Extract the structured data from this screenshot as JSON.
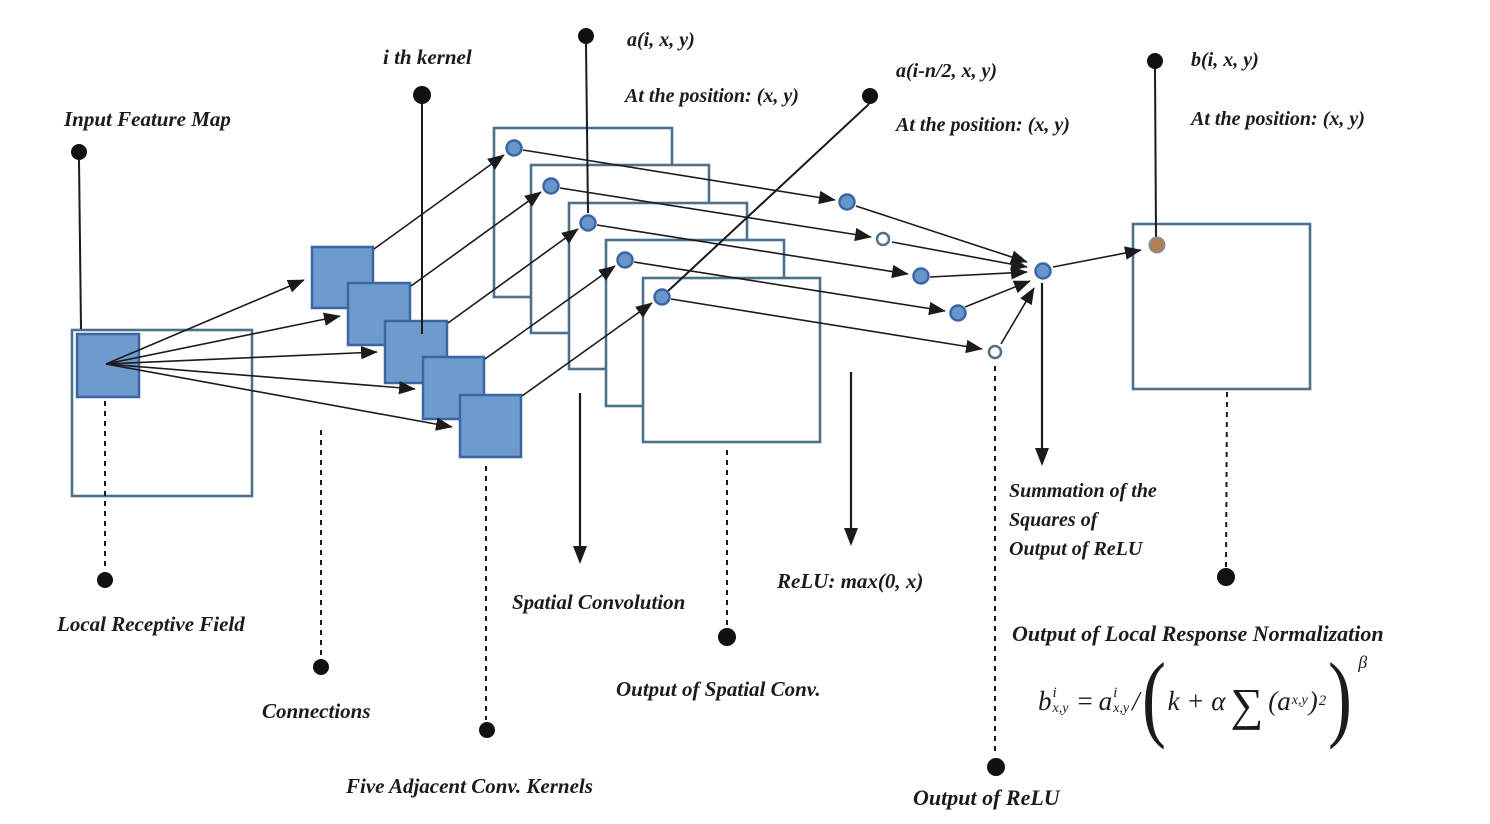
{
  "diagram": {
    "description": "Schematic of spatial convolution, ReLU and Local Response Normalization in a CNN layer",
    "colors": {
      "background": "#ffffff",
      "kernel_fill": "#6d9bce",
      "kernel_border": "#3a67a4",
      "map_border": "#4f7089",
      "map_fill": "#ffffff",
      "blue_dot_fill": "#6796c8",
      "open_dot_border": "#4f7089",
      "brown_dot_fill": "#b08054",
      "line_color": "#1b1b1b",
      "text_color": "#1b1b1b"
    },
    "labels": {
      "input_feature_map": "Input Feature Map",
      "ith_kernel": "i th kernel",
      "a_ixy": "a(i, x, y)",
      "at_position_1": "At the position: (x, y)",
      "a_in2xy": "a(i-n/2, x, y)",
      "at_position_2": "At the position: (x, y)",
      "b_ixy": "b(i, x, y)",
      "at_position_3": "At the position: (x, y)",
      "local_receptive_field": "Local Receptive Field",
      "connections": "Connections",
      "five_adjacent_kernels": "Five Adjacent Conv. Kernels",
      "spatial_convolution": "Spatial Convolution",
      "relu": "ReLU: max(0, x)",
      "output_spatial_conv": "Output of Spatial Conv.",
      "summation": "Summation of the\nSquares of\nOutput of ReLU",
      "output_lrn": "Output of Local Response Normalization",
      "output_relu": "Output of ReLU"
    },
    "formula": {
      "b": "b",
      "b_sup": "i",
      "b_sub": "x,y",
      "eq": "=",
      "a": "a",
      "a_sup": "i",
      "a_sub": "x,y",
      "slash": "/",
      "open_paren": "(",
      "k_plus_alpha": "k + α",
      "sigma": "∑",
      "a2_open": "(",
      "a2": "a",
      "a2_sub": "x,y",
      "a2_close": ")",
      "squared": "2",
      "close_paren": ")",
      "beta": "β"
    }
  }
}
